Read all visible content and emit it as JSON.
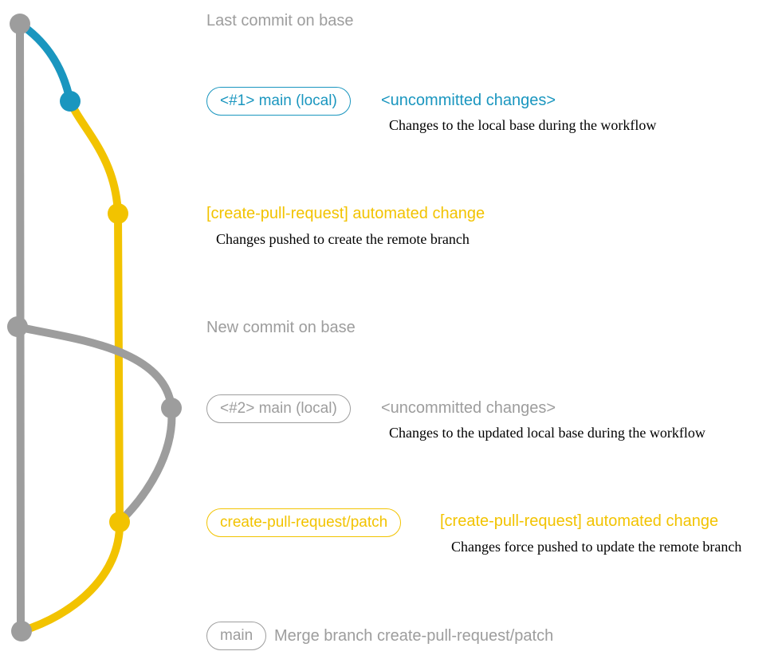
{
  "colors": {
    "base": "#9d9d9d",
    "local": "#1a96bf",
    "branch": "#f2c300",
    "desc": "#000000"
  },
  "labels": {
    "last_commit": "Last commit on base",
    "new_commit": "New commit on base"
  },
  "row1": {
    "badge": "<#1> main (local)",
    "heading": "<uncommitted changes>",
    "description": "Changes to the local base during the workflow"
  },
  "row2": {
    "heading": "[create-pull-request] automated change",
    "description": "Changes pushed to create the remote branch"
  },
  "row3": {
    "badge": "<#2> main (local)",
    "heading": "<uncommitted changes>",
    "description": "Changes to the updated local base during the workflow"
  },
  "row4": {
    "badge": "create-pull-request/patch",
    "heading": "[create-pull-request] automated change",
    "description": "Changes force pushed to update the remote branch"
  },
  "row5": {
    "badge": "main",
    "heading": "Merge branch create-pull-request/patch"
  }
}
